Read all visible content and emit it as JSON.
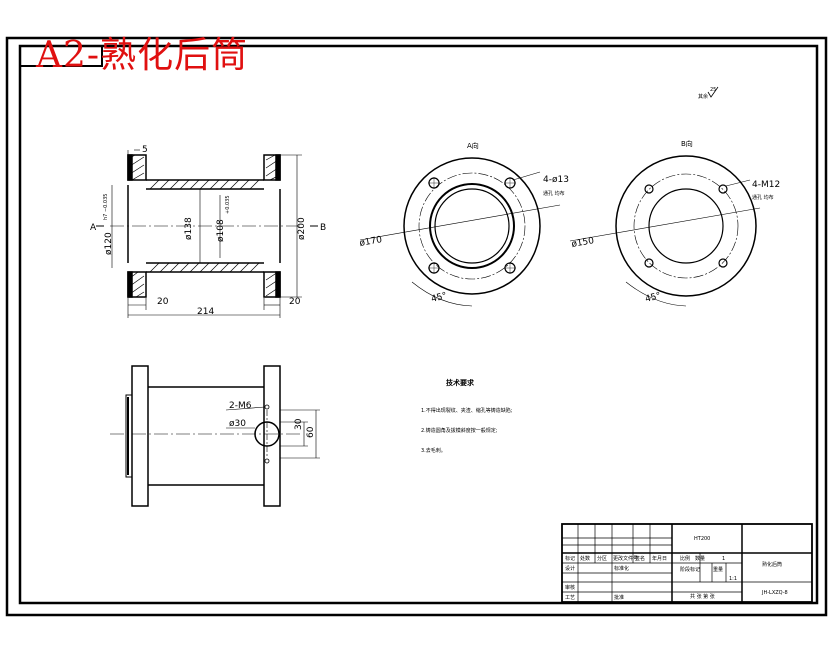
{
  "drawing": {
    "title": "A2-熟化后筒",
    "roughness_symbol_label": "其余",
    "roughness_symbol_value": "25",
    "views": {
      "section_a_label": "A向",
      "section_b_label": "B向"
    },
    "main_dims": {
      "top_width": "5",
      "left_od": "ø120",
      "left_fit": "h7 −0.035",
      "bore": "ø138",
      "inner": "ø108",
      "inner_fit": "+0.035",
      "outer": "ø200",
      "flange_left": "20",
      "flange_right": "20",
      "length": "214",
      "section_marker_a": "A",
      "section_marker_b": "B"
    },
    "view_a_dims": {
      "holes": "4-ø13",
      "holes_note": "通孔 均布",
      "pcd": "ø170",
      "angle": "45°"
    },
    "view_b_dims": {
      "holes": "4-M12",
      "holes_note": "通孔 均布",
      "pcd": "ø150",
      "angle": "45°"
    },
    "side_dims": {
      "tap": "2-M6",
      "hole": "ø30",
      "h1": "30",
      "h2": "60"
    },
    "tech_notes": {
      "heading": "技术要求",
      "items": [
        "1.不得出现裂纹、夹渣、缩孔等铸造缺陷;",
        "2.铸造圆角及拔模斜度按一般规定;",
        "3.去毛刺。"
      ]
    },
    "title_block": {
      "material": "HT200",
      "scale_label": "比例",
      "scale_value": "1:1",
      "quantity_label": "数量",
      "quantity_value": "1",
      "part_name": "熟化后筒",
      "drawing_no": "JH-LXZQ-8",
      "row_labels": [
        "标记",
        "设计",
        "审核",
        "工艺"
      ],
      "col_labels": [
        "处数",
        "分区",
        "更改文件号",
        "签名",
        "年月日"
      ],
      "std_label": "标准化",
      "approve_label": "批准",
      "stage_label": "阶段标记",
      "weight_label": "重量",
      "sheet_label": "共 张 第 张"
    }
  }
}
